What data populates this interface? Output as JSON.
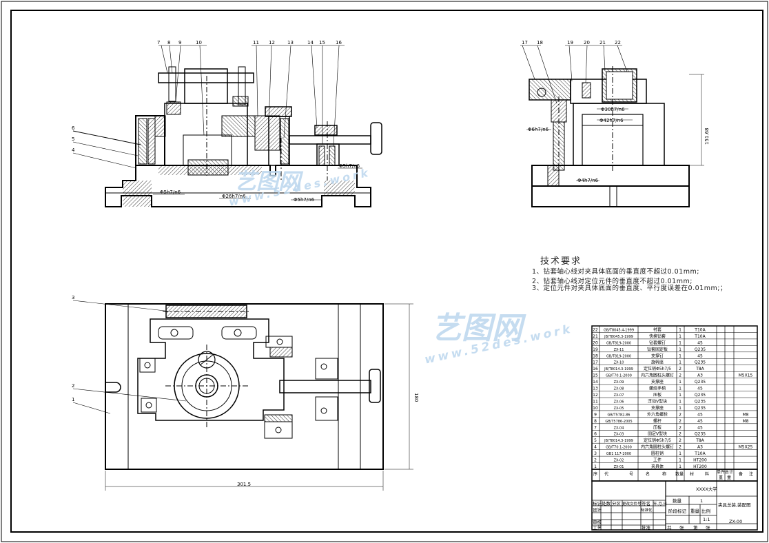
{
  "balloons": [
    "7",
    "8",
    "9",
    "10",
    "11",
    "12",
    "13",
    "14",
    "15",
    "16",
    "17",
    "18",
    "19",
    "20",
    "21",
    "22",
    "6",
    "5",
    "4",
    "3",
    "2",
    "1"
  ],
  "dims": {
    "d_5h7n6_a": "Φ5h7/n6",
    "d_26h7n6": "Φ26h7/n6",
    "d_5h7n6_b": "Φ5h7/n6",
    "d_5h7n6_c": "Φ5h7/n6",
    "d_30h7n6": "Φ30h7/n6",
    "d_42h7n6": "Φ42h7/n6",
    "d_6h7n6": "Φ6h7/n6",
    "d_4h7n6": "Φ4h7/n6",
    "h_151": "151.68",
    "w_301": "301.5",
    "h_180": "180"
  },
  "tech": {
    "title": "技术要求",
    "items": [
      "1、钻套轴心线对夹具体底面的垂直度不超过0.01mm;",
      "2、钻套轴心线对定位元件的垂直度不超过0.01mm;",
      "3、定位元件对夹具体底面的垂直度、平行度误差在0.01mm;；"
    ]
  },
  "watermark": {
    "brand": "艺图网",
    "url1": "www.52des.work",
    "url2": "www.52des.work"
  },
  "bom": [
    {
      "no": "22",
      "code": "GB/T8045.4-1999",
      "name": "衬套",
      "qty": "1",
      "mat": "T10A",
      "note": ""
    },
    {
      "no": "21",
      "code": "JB/T8045.3-1999",
      "name": "快换钻套",
      "qty": "1",
      "mat": "T10A",
      "note": ""
    },
    {
      "no": "20",
      "code": "GB/T819-2000",
      "name": "钻套螺钉",
      "qty": "1",
      "mat": "45",
      "note": ""
    },
    {
      "no": "19",
      "code": "ZX-11",
      "name": "钻套固定板",
      "qty": "1",
      "mat": "Q235",
      "note": ""
    },
    {
      "no": "18",
      "code": "GB/T819-2000",
      "name": "支撑钉",
      "qty": "1",
      "mat": "45",
      "note": ""
    },
    {
      "no": "17",
      "code": "ZX-10",
      "name": "旋转座",
      "qty": "1",
      "mat": "Q235",
      "note": ""
    },
    {
      "no": "16",
      "code": "JB/T8014.3-1999",
      "name": "定位销Φ5h7/5",
      "qty": "2",
      "mat": "T8A",
      "note": ""
    },
    {
      "no": "15",
      "code": "GB/T70.1-2000",
      "name": "内六角圆柱头螺钉",
      "qty": "2",
      "mat": "A3",
      "note": "M5X15"
    },
    {
      "no": "14",
      "code": "ZX-09",
      "name": "支撑座",
      "qty": "1",
      "mat": "Q235",
      "note": ""
    },
    {
      "no": "13",
      "code": "ZX-08",
      "name": "螺纹手柄",
      "qty": "1",
      "mat": "45",
      "note": ""
    },
    {
      "no": "12",
      "code": "ZX-07",
      "name": "压板",
      "qty": "1",
      "mat": "Q235",
      "note": ""
    },
    {
      "no": "11",
      "code": "ZX-06",
      "name": "浮动V型块",
      "qty": "1",
      "mat": "Q235",
      "note": ""
    },
    {
      "no": "10",
      "code": "ZX-05",
      "name": "支撑座",
      "qty": "1",
      "mat": "Q235",
      "note": ""
    },
    {
      "no": "9",
      "code": "GB/T5782-86",
      "name": "外六角螺栓",
      "qty": "2",
      "mat": "45",
      "note": "M8"
    },
    {
      "no": "8",
      "code": "GB/T5786-2005",
      "name": "螺杆",
      "qty": "2",
      "mat": "45",
      "note": "M8"
    },
    {
      "no": "7",
      "code": "ZX-04",
      "name": "压板",
      "qty": "2",
      "mat": "45",
      "note": ""
    },
    {
      "no": "6",
      "code": "ZX-03",
      "name": "固定V型块",
      "qty": "2",
      "mat": "Q235",
      "note": ""
    },
    {
      "no": "5",
      "code": "JB/T8014.3-1999",
      "name": "定位销Φ5h7/5",
      "qty": "2",
      "mat": "T8A",
      "note": ""
    },
    {
      "no": "4",
      "code": "GB/T70.1-2000",
      "name": "内六角圆柱头螺钉",
      "qty": "2",
      "mat": "A3",
      "note": "M5X25"
    },
    {
      "no": "3",
      "code": "GB1 117-2000",
      "name": "圆柱销",
      "qty": "1",
      "mat": "T10A",
      "note": ""
    },
    {
      "no": "2",
      "code": "ZX-02",
      "name": "工件",
      "qty": "1",
      "mat": "HT200",
      "note": ""
    },
    {
      "no": "1",
      "code": "ZX-01",
      "name": "夹具体",
      "qty": "1",
      "mat": "HT200",
      "note": ""
    }
  ],
  "bom_header": [
    "序",
    "代",
    "号",
    "名",
    "称",
    "数量",
    "材",
    "料",
    "单件",
    "总计",
    "重",
    "量",
    "备",
    "注"
  ],
  "title_block": {
    "school": "XXXX大学",
    "drawing_name": "夹具总装,装配图",
    "drawing_no": "ZX-00",
    "qty_label": "数量",
    "qty": "1",
    "stage_label": "阶段标记",
    "weight_label": "重量",
    "scale_label": "比例",
    "scale": "1:1",
    "sheet_total": "共",
    "sheet_label": "张",
    "sheet_no_label": "第",
    "sheet_label2": "张",
    "mark_label": "标记",
    "count_label": "处数",
    "zone_label": "分区",
    "change_label": "更改文件号",
    "sign_label": "签名",
    "date_label": "年.月.日",
    "design_label": "设计",
    "std_label": "标准化",
    "review_label": "审核",
    "craft_label": "工艺",
    "approve_label": "批准"
  }
}
